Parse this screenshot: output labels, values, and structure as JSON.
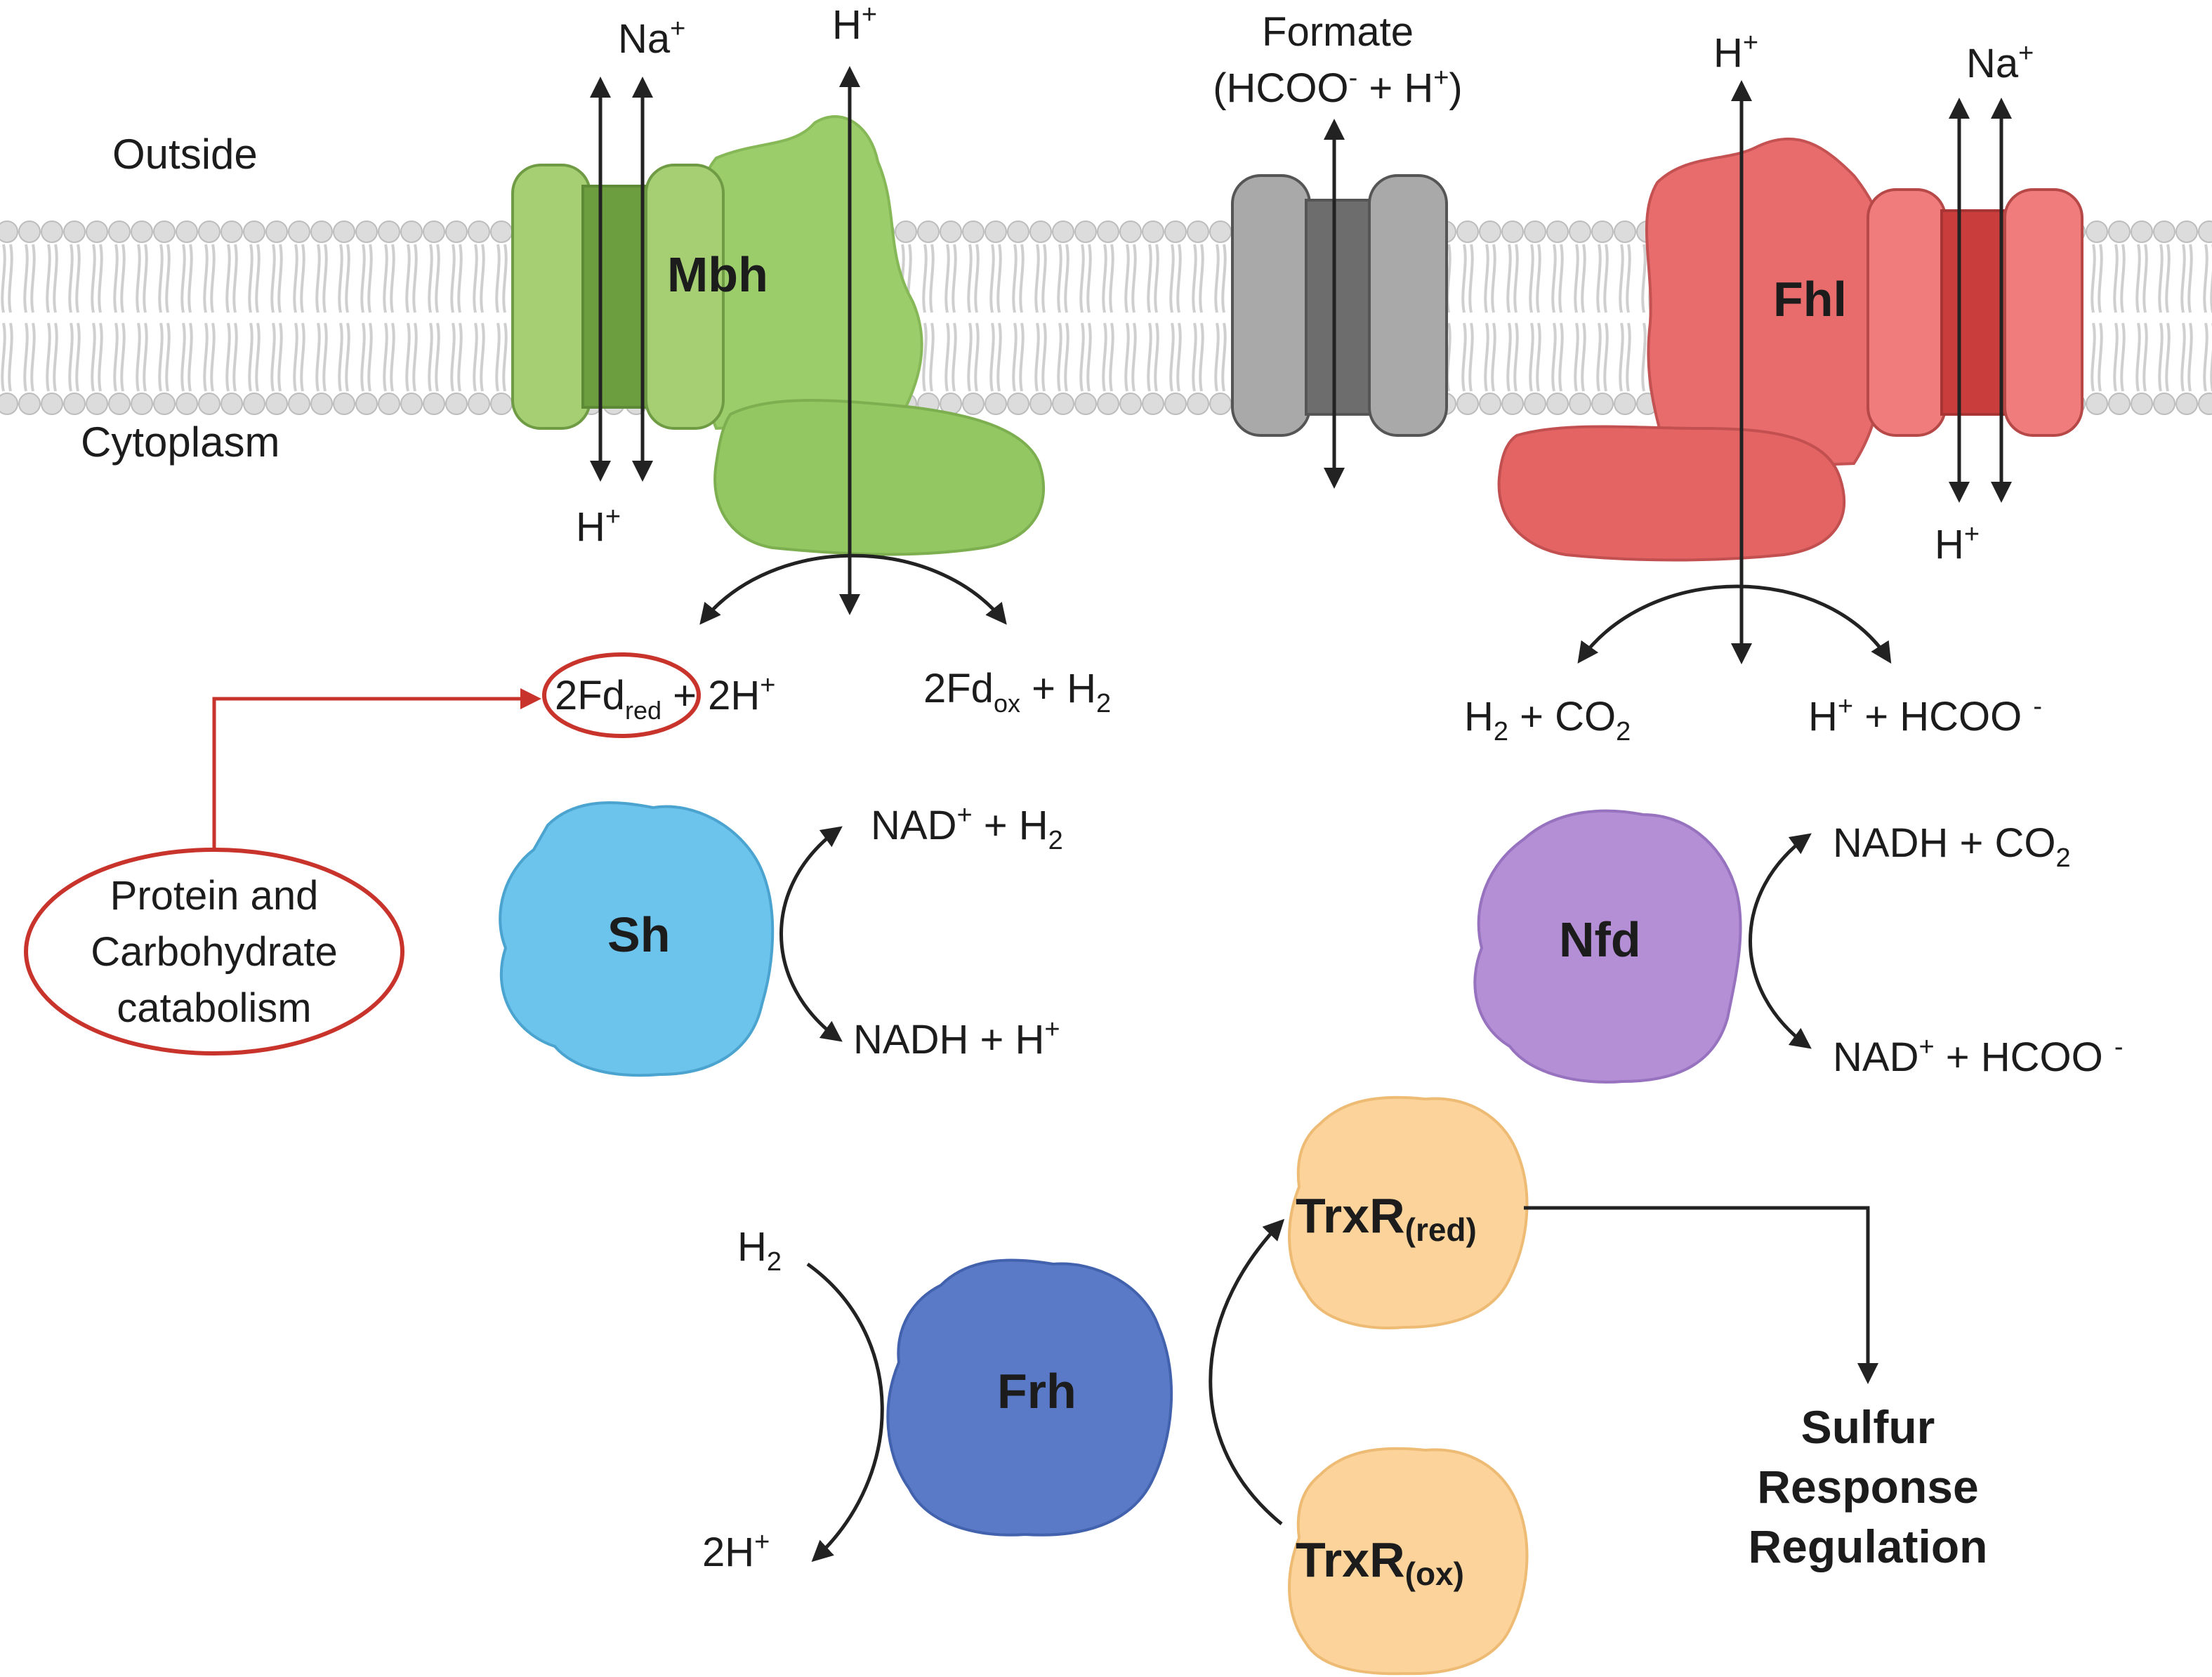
{
  "regions": {
    "outside": "Outside",
    "cytoplasm": "Cytoplasm"
  },
  "enzymes": {
    "mbh": "Mbh",
    "fhl": "Fhl",
    "sh": "Sh",
    "nfd": "Nfd",
    "frh": "Frh",
    "trxr_red": {
      "base": "TrxR",
      "sub": "(red)"
    },
    "trxr_ox": {
      "base": "TrxR",
      "sub": "(ox)"
    }
  },
  "ions": {
    "mbh_na_top": {
      "base": "Na",
      "sup": "+"
    },
    "mbh_h_top": {
      "base": "H",
      "sup": "+"
    },
    "mbh_h_bottom": {
      "base": "H",
      "sup": "+"
    },
    "fhl_h_top": {
      "base": "H",
      "sup": "+"
    },
    "fhl_na_top": {
      "base": "Na",
      "sup": "+"
    },
    "fhl_h_bottom": {
      "base": "H",
      "sup": "+"
    }
  },
  "formate": {
    "label": "Formate",
    "formula": {
      "open": "(HCOO",
      "sup1": "-",
      "mid": " + H",
      "sup2": "+",
      "close": ")"
    }
  },
  "reactions": {
    "mbh_left": {
      "a": "2Fd",
      "a_sub": "red",
      "b": " + 2H",
      "b_sup": "+"
    },
    "mbh_right": {
      "a": "2Fd",
      "a_sub": "ox",
      "b": " + H",
      "b_sub": "2"
    },
    "fhl_left": {
      "a": "H",
      "a_sub": "2",
      "b": " + CO",
      "b_sub": "2"
    },
    "fhl_right": {
      "a": "H",
      "a_sup": "+",
      "b": " + HCOO ",
      "b_sup": "-"
    },
    "sh_top": {
      "a": "NAD",
      "a_sup": "+",
      "b": " + H",
      "b_sub": "2"
    },
    "sh_bottom": {
      "a": "NADH + H",
      "a_sup": "+"
    },
    "nfd_top": {
      "a": "NADH + CO",
      "a_sub": "2"
    },
    "nfd_bottom": {
      "a": "NAD",
      "a_sup": "+",
      "b": " + HCOO ",
      "b_sup": "-"
    },
    "frh_top": {
      "a": "H",
      "a_sub": "2"
    },
    "frh_bottom": {
      "a": "2H",
      "a_sup": "+"
    }
  },
  "catabolism": {
    "line1": "Protein and",
    "line2": "Carbohydrate",
    "line3": "catabolism"
  },
  "sulfur": {
    "line1": "Sulfur",
    "line2": "Response",
    "line3": "Regulation"
  },
  "colors": {
    "mbh": "#8fbf5a",
    "fhl": "#e86a6a",
    "sh": "#6cc3ec",
    "nfd": "#b48fd6",
    "frh": "#5a79c6",
    "trxr": "#fcd39a",
    "formate": "#9a9a9a",
    "catabolism": "#c8342b",
    "membrane": "#d8d8d8"
  }
}
